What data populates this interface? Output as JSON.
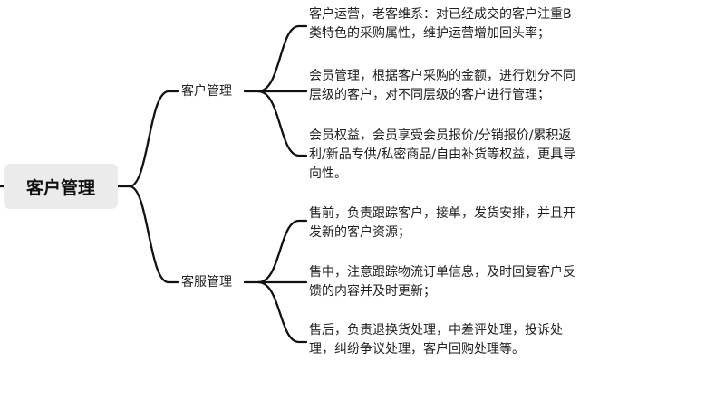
{
  "root": {
    "label": "客户管理"
  },
  "branches": [
    {
      "label": "客户管理",
      "leaves": [
        {
          "lines": [
            "客户运营，老客维系：对已经成交的客户注重B",
            "类特色的采购属性，维护运营增加回头率；"
          ]
        },
        {
          "lines": [
            "会员管理，根据客户采购的金额，进行划分不同",
            "层级的客户，对不同层级的客户进行管理；"
          ]
        },
        {
          "lines": [
            "会员权益，会员享受会员报价/分销报价/累积返",
            "利/新品专供/私密商品/自由补货等权益，更具导",
            "向性。"
          ]
        }
      ]
    },
    {
      "label": "客服管理",
      "leaves": [
        {
          "lines": [
            "售前，负责跟踪客户，接单，发货安排，并且开",
            "发新的客户资源；"
          ]
        },
        {
          "lines": [
            "售中，注意跟踪物流订单信息，及时回复客户反",
            "馈的内容并及时更新；"
          ]
        },
        {
          "lines": [
            "售后，负责退换货处理，中差评处理，投诉处",
            "理，纠纷争议处理，客户回购处理等。"
          ]
        }
      ]
    }
  ]
}
